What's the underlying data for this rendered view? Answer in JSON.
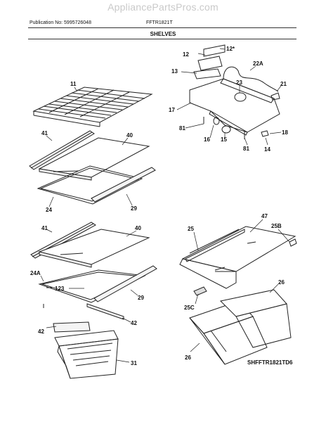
{
  "watermark": "AppliancePartsPros.com",
  "header": {
    "publication": "Publication No: 5995726048",
    "model": "FFTR1821T",
    "section": "SHELVES"
  },
  "diagram_code": "SHFFTR1821TD6",
  "callouts": {
    "c12": "12",
    "c12s": "12*",
    "c13": "13",
    "c22a": "22A",
    "c21": "21",
    "c23": "23",
    "c17": "17",
    "c81a": "81",
    "c16": "16",
    "c15": "15",
    "c81b": "81",
    "c18": "18",
    "c14": "14",
    "c11": "11",
    "c41a": "41",
    "c40a": "40",
    "c24": "24",
    "c29a": "29",
    "c41b": "41",
    "c40b": "40",
    "c24a": "24A",
    "c123": "123",
    "c29b": "29",
    "c42a": "42",
    "c42b": "42",
    "c31": "31",
    "c25": "25",
    "c47": "47",
    "c25b": "25B",
    "c25c": "25C",
    "c26a": "26",
    "c26b": "26"
  }
}
